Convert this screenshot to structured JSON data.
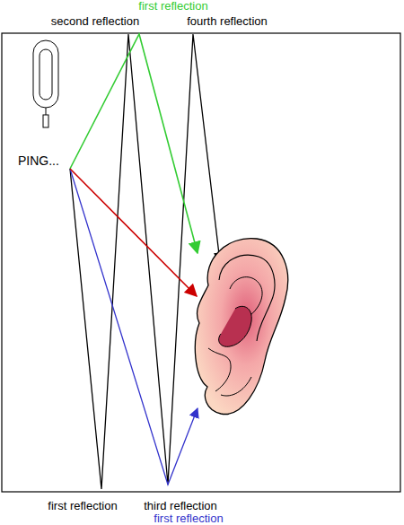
{
  "diagram": {
    "labels": [
      "first reflection",
      "second reflection",
      "fourth reflection",
      "PING...",
      "first reflection",
      "third reflection",
      "first reflection"
    ]
  }
}
